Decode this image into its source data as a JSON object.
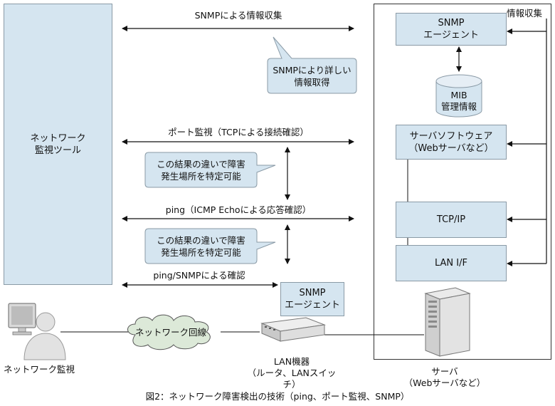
{
  "tool": {
    "label": "ネットワーク\n監視ツール"
  },
  "arrows": {
    "snmp_collect": "SNMPによる情報収集",
    "port_monitor": "ポート監視（TCPによる接続確認）",
    "ping": "ping（ICMP Echoによる応答確認）",
    "ping_snmp": "ping/SNMPによる確認"
  },
  "callouts": {
    "snmp_detail": "SNMPにより詳しい\n情報取得",
    "diff1": "この結果の違いで障害\n発生場所を特定可能",
    "diff2": "この結果の違いで障害\n発生場所を特定可能"
  },
  "server": {
    "collect_label": "情報収集",
    "snmp_agent": "SNMP\nエージェント",
    "mib": "MIB\n管理情報",
    "server_software": "サーバソフトウェア\n（Webサーバなど）",
    "tcpip": "TCP/IP",
    "lan_if": "LAN I/F",
    "caption": "サーバ\n（Webサーバなど）"
  },
  "network": {
    "cloud_label": "ネットワーク回線",
    "lan_device_agent": "SNMP\nエージェント",
    "lan_device_caption": "LAN機器\n（ルータ、LANスイッチ）",
    "monitor_caption": "ネットワーク監視"
  },
  "figure_caption": "図2：ネットワーク障害検出の技術（ping、ポート監視、SNMP）",
  "colors": {
    "box_fill": "#d5e5f0",
    "box_border": "#8a9aa6",
    "line": "#111111",
    "cloud_fill": "#dce9d8"
  }
}
